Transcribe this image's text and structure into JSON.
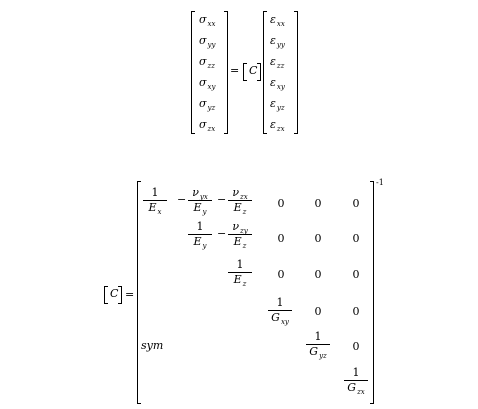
{
  "top_equation": {
    "stress_symbol": "σ",
    "strain_symbol": "ε",
    "stress_subs": [
      "xx",
      "yy",
      "zz",
      "xy",
      "yz",
      "zx"
    ],
    "strain_subs": [
      "xx",
      "yy",
      "zz",
      "xy",
      "yz",
      "zx"
    ],
    "equals": "=",
    "matrix_name": "C"
  },
  "compliance_matrix": {
    "lhs": "C",
    "equals": "=",
    "inverse_exponent": "-1",
    "one": "1",
    "minus": "−",
    "zero": "0",
    "E": "E",
    "G": "G",
    "nu": "ν",
    "sym_label": "sym",
    "e_subs": [
      "x",
      "y",
      "z"
    ],
    "nu_subs": [
      "yx",
      "zx",
      "zy"
    ],
    "g_subs": [
      "xy",
      "yz",
      "zx"
    ]
  }
}
